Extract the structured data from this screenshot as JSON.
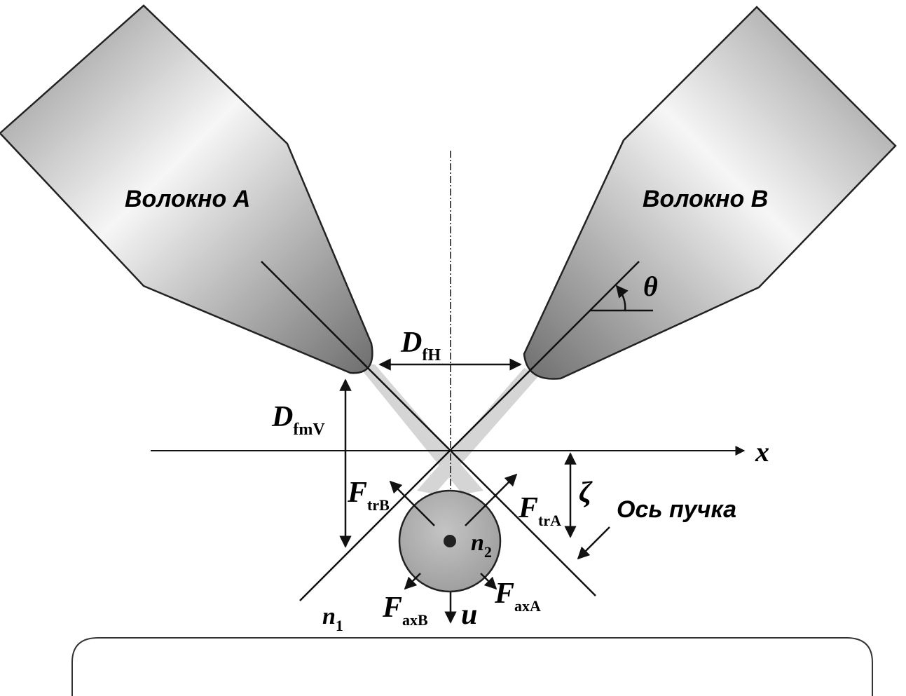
{
  "labels": {
    "fiber_a": "Волокно A",
    "fiber_b": "Волокно B",
    "beam_axis": "Ось пучка",
    "theta": "θ",
    "x_axis": "x",
    "zeta": "ζ",
    "u": "u",
    "n1_main": "n",
    "n1_sub": "1",
    "n2_main": "n",
    "n2_sub": "2",
    "dfh_main": "D",
    "dfh_sub": "fH",
    "dfmv_main": "D",
    "dfmv_sub": "fmV",
    "ftrb_main": "F",
    "ftrb_sub": "trB",
    "ftra_main": "F",
    "ftra_sub": "trA",
    "faxb_main": "F",
    "faxb_sub": "axB",
    "faxa_main": "F",
    "faxa_sub": "axA"
  },
  "colors": {
    "line": "#111111",
    "fiber_light": "#f4f4f4",
    "fiber_dark": "#7a7a7a",
    "beam": "#bdbdbd",
    "particle": "#a9a9a9"
  }
}
